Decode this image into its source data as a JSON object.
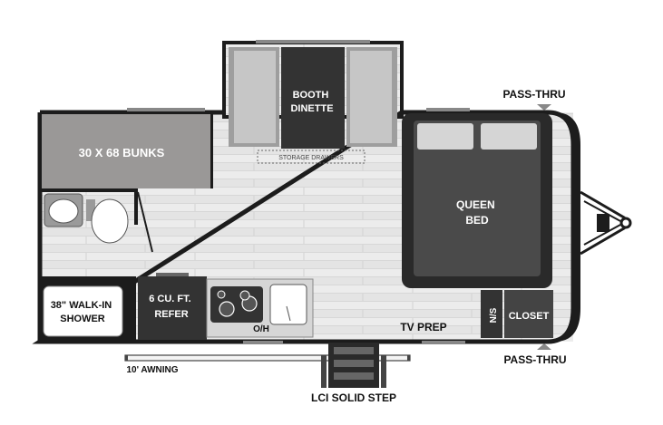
{
  "rooms": {
    "booth_dinette": [
      "BOOTH",
      "DINETTE"
    ],
    "storage_drawers": "STORAGE DRAWERS",
    "bunks": "30 X 68 BUNKS",
    "queen_bed": [
      "QUEEN",
      "BED"
    ],
    "shower": [
      "38\" WALK-IN",
      "SHOWER"
    ],
    "refer": [
      "6 CU. FT.",
      "REFER"
    ],
    "overhead": "O/H",
    "tv_prep": "TV PREP",
    "ns": "N/S",
    "closet": "CLOSET"
  },
  "exterior": {
    "pass_thru_top": "PASS-THRU",
    "pass_thru_bottom": "PASS-THRU",
    "awning": "10' AWNING",
    "step": "LCI SOLID STEP"
  },
  "colors": {
    "wall": "#1c1c1c",
    "floor": "#e9e9e9",
    "bunk": "#9a9897",
    "bed": "#4a4a4a",
    "cushion": "#b9b9b9",
    "table": "#333333"
  }
}
